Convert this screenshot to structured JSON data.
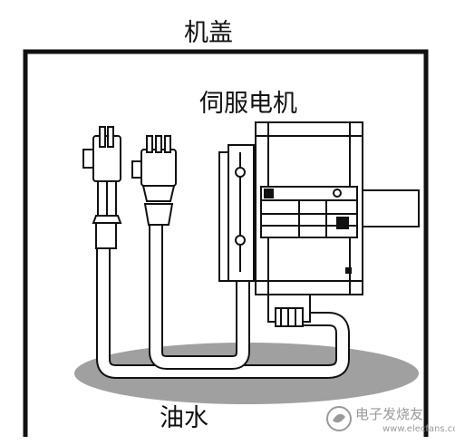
{
  "labels": {
    "lid": "机盖",
    "servo_motor": "伺服电机",
    "oil_water": "油水"
  },
  "watermark": {
    "name": "电子发烧友",
    "url": "www.elecfans.com"
  },
  "colors": {
    "line": "#111111",
    "oil_puddle": "#a0a0a0",
    "background": "#ffffff"
  }
}
